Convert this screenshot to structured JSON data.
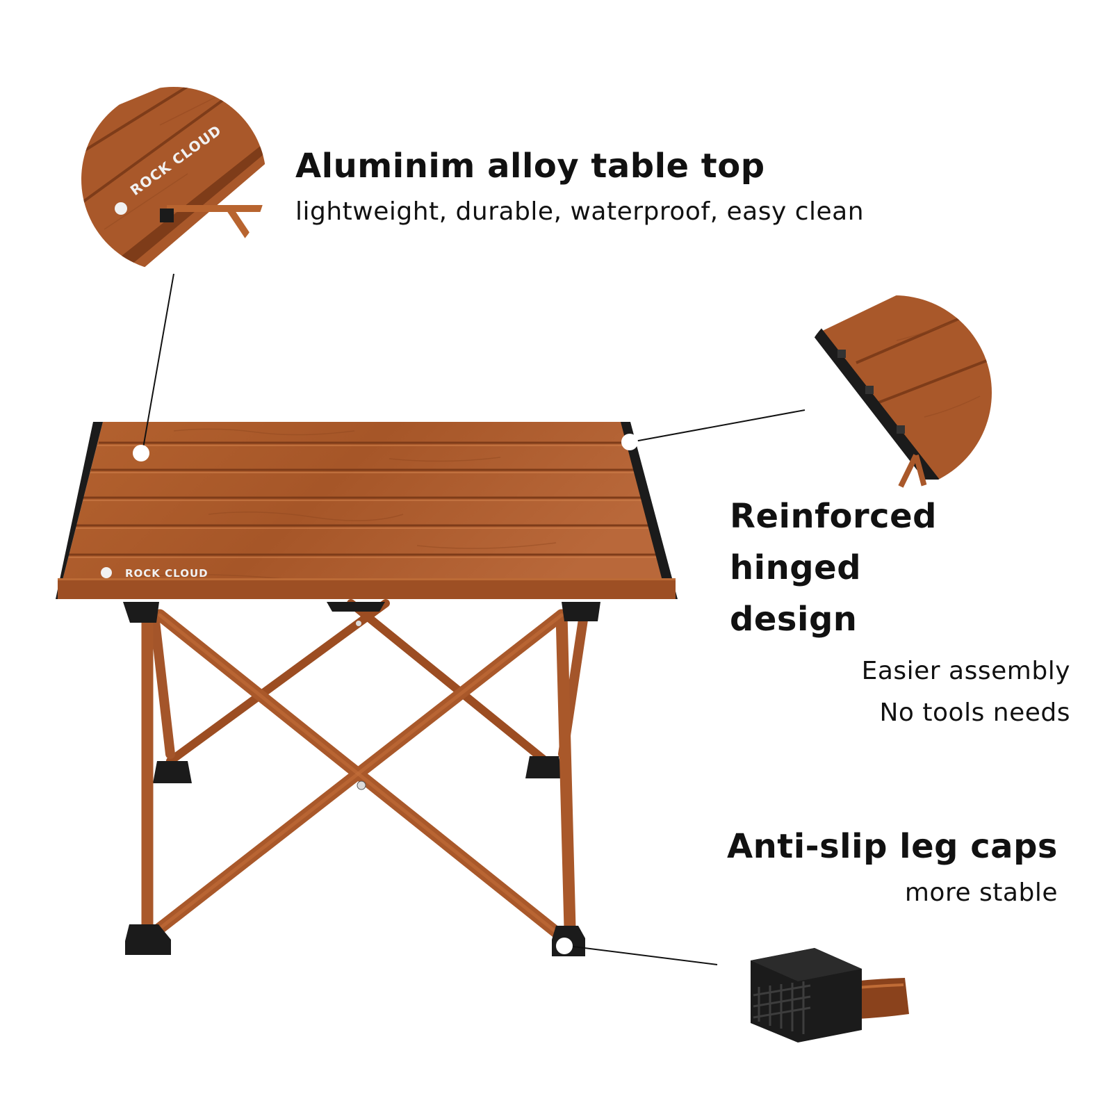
{
  "features": {
    "table_top": {
      "title": "Aluminim alloy table top",
      "description": "lightweight, durable, waterproof, easy clean"
    },
    "hinge": {
      "title_line1": "Reinforced hinged",
      "title_line2": "design",
      "description_line1": "Easier assembly",
      "description_line2": "No tools needs"
    },
    "leg_caps": {
      "title": "Anti-slip leg caps",
      "description": "more stable"
    }
  },
  "brand": {
    "logo_text": "ROCK CLOUD"
  },
  "colors": {
    "wood": "#a9582a",
    "wood_dark": "#7e3c19",
    "wood_light": "#c06c36",
    "black": "#1b1b1b",
    "background": "#ffffff",
    "text": "#111111"
  }
}
